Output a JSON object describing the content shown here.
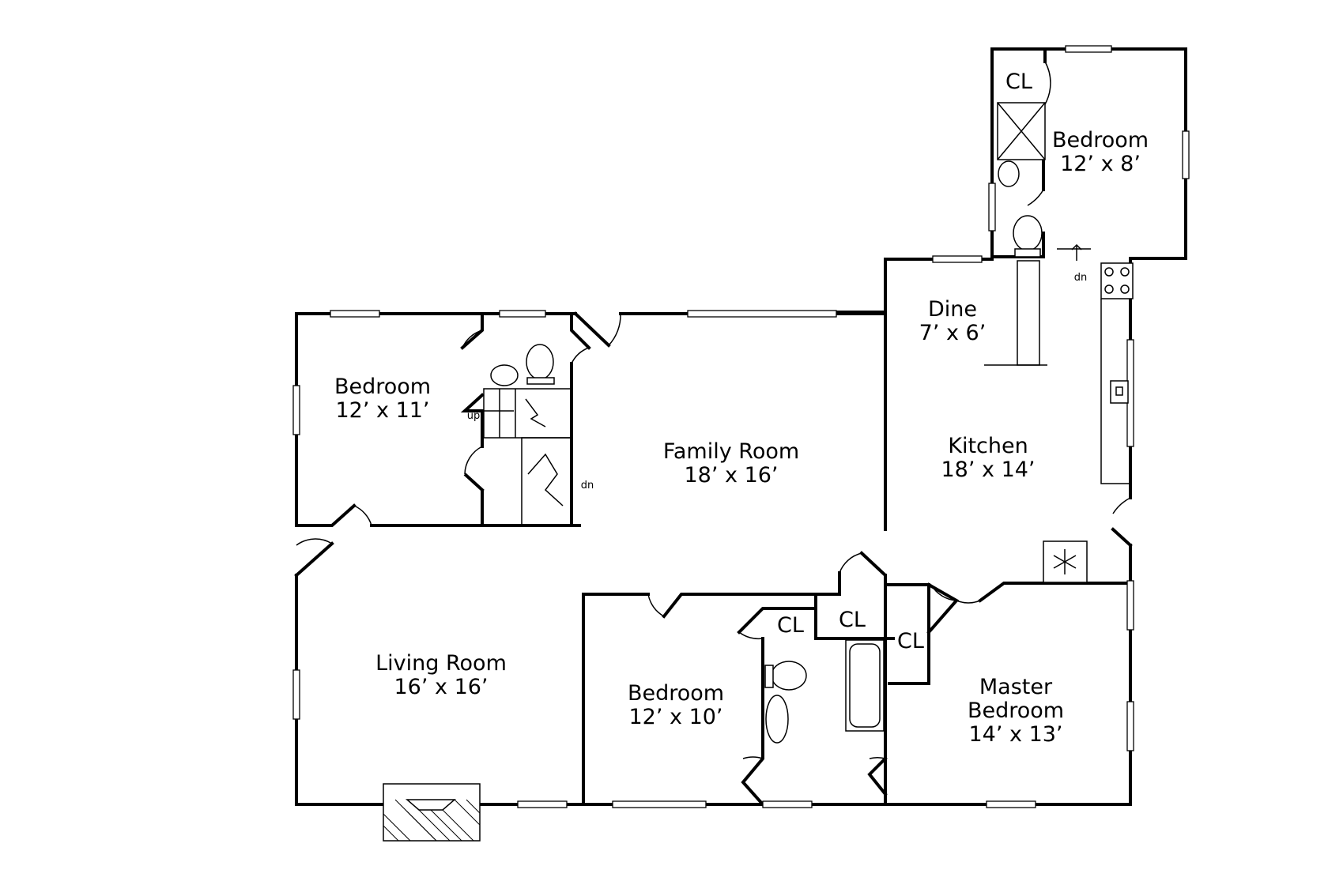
{
  "rooms": {
    "bedroom_upper_right": {
      "name": "Bedroom",
      "size": "12’ x 8’"
    },
    "closet_upper_right": "CL",
    "dine": {
      "name": "Dine",
      "size": "7’ x 6’"
    },
    "kitchen": {
      "name": "Kitchen",
      "size": "18’ x 14’"
    },
    "bedroom_left": {
      "name": "Bedroom",
      "size": "12’ x 11’"
    },
    "family_room": {
      "name": "Family Room",
      "size": "18’ x 16’"
    },
    "living_room": {
      "name": "Living Room",
      "size": "16’ x 16’"
    },
    "bedroom_middle": {
      "name": "Bedroom",
      "size": "12’ x 10’"
    },
    "closet_1": "CL",
    "closet_2": "CL",
    "closet_3": "CL",
    "master_bedroom": {
      "name_line1": "Master",
      "name_line2": "Bedroom",
      "size": "14’ x 13’"
    }
  },
  "stair_labels": {
    "up": "up",
    "dn_left": "dn",
    "dn_kitchen": "dn"
  }
}
